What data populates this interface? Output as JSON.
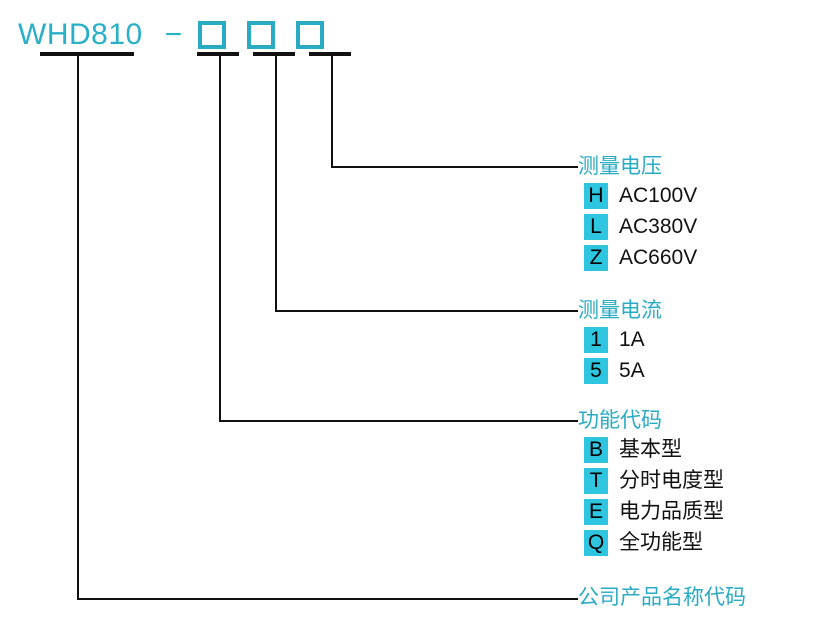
{
  "model": {
    "name": "WHD810",
    "separator": "−",
    "slot_count": 3
  },
  "colors": {
    "accent": "#29abc4",
    "badge": "#2ec5e0",
    "line": "#111111",
    "text": "#111111",
    "background": "#ffffff"
  },
  "groups": [
    {
      "id": "voltage",
      "title": "测量电压",
      "options": [
        {
          "code": "H",
          "label": "AC100V"
        },
        {
          "code": "L",
          "label": "AC380V"
        },
        {
          "code": "Z",
          "label": "AC660V"
        }
      ]
    },
    {
      "id": "current",
      "title": "测量电流",
      "options": [
        {
          "code": "1",
          "label": "1A"
        },
        {
          "code": "5",
          "label": "5A"
        }
      ]
    },
    {
      "id": "function",
      "title": "功能代码",
      "options": [
        {
          "code": "B",
          "label": "基本型"
        },
        {
          "code": "T",
          "label": "分时电度型"
        },
        {
          "code": "E",
          "label": "电力品质型"
        },
        {
          "code": "Q",
          "label": "全功能型"
        }
      ]
    }
  ],
  "bottom": {
    "title": "公司产品名称代码"
  }
}
